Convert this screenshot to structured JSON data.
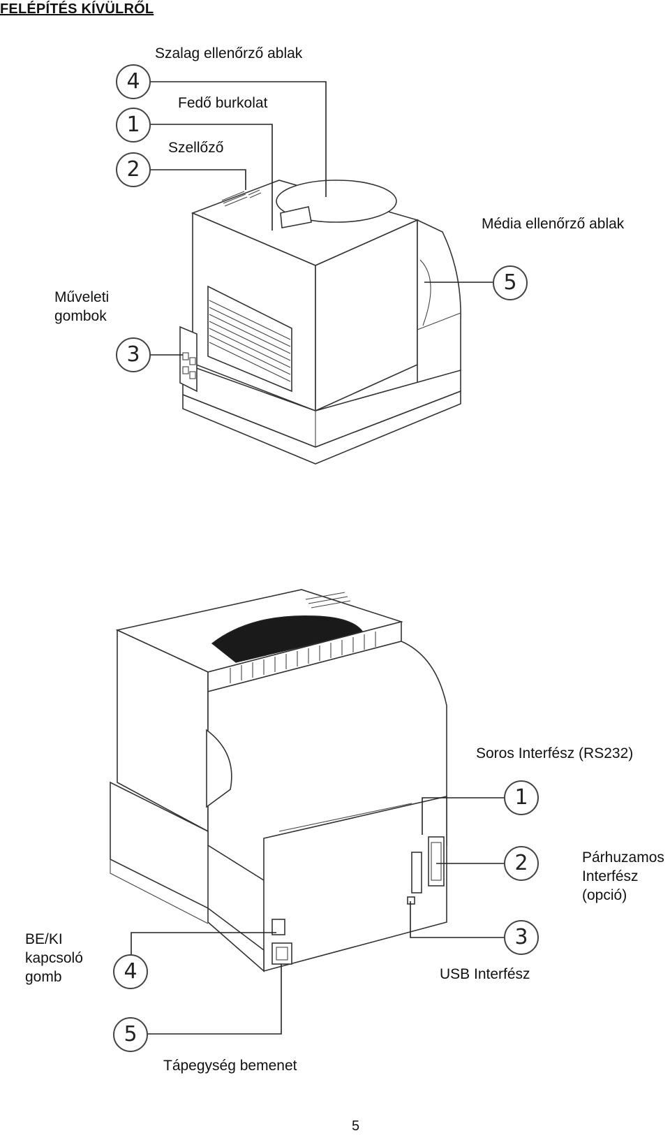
{
  "page": {
    "title": "FELÉPÍTÉS KÍVÜLRŐL",
    "page_number": "5"
  },
  "front_view": {
    "callouts": [
      {
        "number": "4",
        "label": "Szalag ellenőrző ablak"
      },
      {
        "number": "1",
        "label": "Fedő burkolat"
      },
      {
        "number": "2",
        "label": "Szellőző"
      },
      {
        "number": "3",
        "label_line1": "Műveleti",
        "label_line2": "gombok"
      },
      {
        "number": "5",
        "label": "Média ellenőrző ablak"
      }
    ]
  },
  "rear_view": {
    "callouts": [
      {
        "number": "1",
        "label": "Soros Interfész (RS232)"
      },
      {
        "number": "2",
        "label_line1": "Párhuzamos",
        "label_line2": "Interfész",
        "label_line3": "(opció)"
      },
      {
        "number": "3",
        "label": "USB Interfész"
      },
      {
        "number": "4",
        "label_line1": "BE/KI",
        "label_line2": "kapcsoló",
        "label_line3": "gomb"
      },
      {
        "number": "5",
        "label": "Tápegység bemenet"
      }
    ]
  }
}
